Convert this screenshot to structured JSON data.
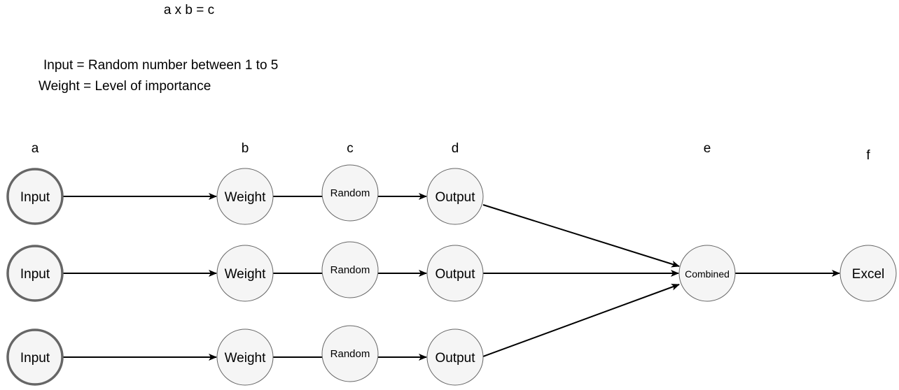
{
  "formula": "a x b = c",
  "notes": {
    "input_def": "Input = Random number between 1 to 5",
    "weight_def": "Weight = Level of importance"
  },
  "column_labels": {
    "a": "a",
    "b": "b",
    "c": "c",
    "d": "d",
    "e": "e",
    "f": "f"
  },
  "rows": [
    {
      "input": "Input",
      "weight": "Weight",
      "random": "Random",
      "output": "Output"
    },
    {
      "input": "Input",
      "weight": "Weight",
      "random": "Random",
      "output": "Output"
    },
    {
      "input": "Input",
      "weight": "Weight",
      "random": "Random",
      "output": "Output"
    }
  ],
  "combined": "Combined",
  "excel": "Excel",
  "colors": {
    "node_fill": "#f5f5f5",
    "node_stroke": "#666666",
    "edge": "#000000"
  }
}
